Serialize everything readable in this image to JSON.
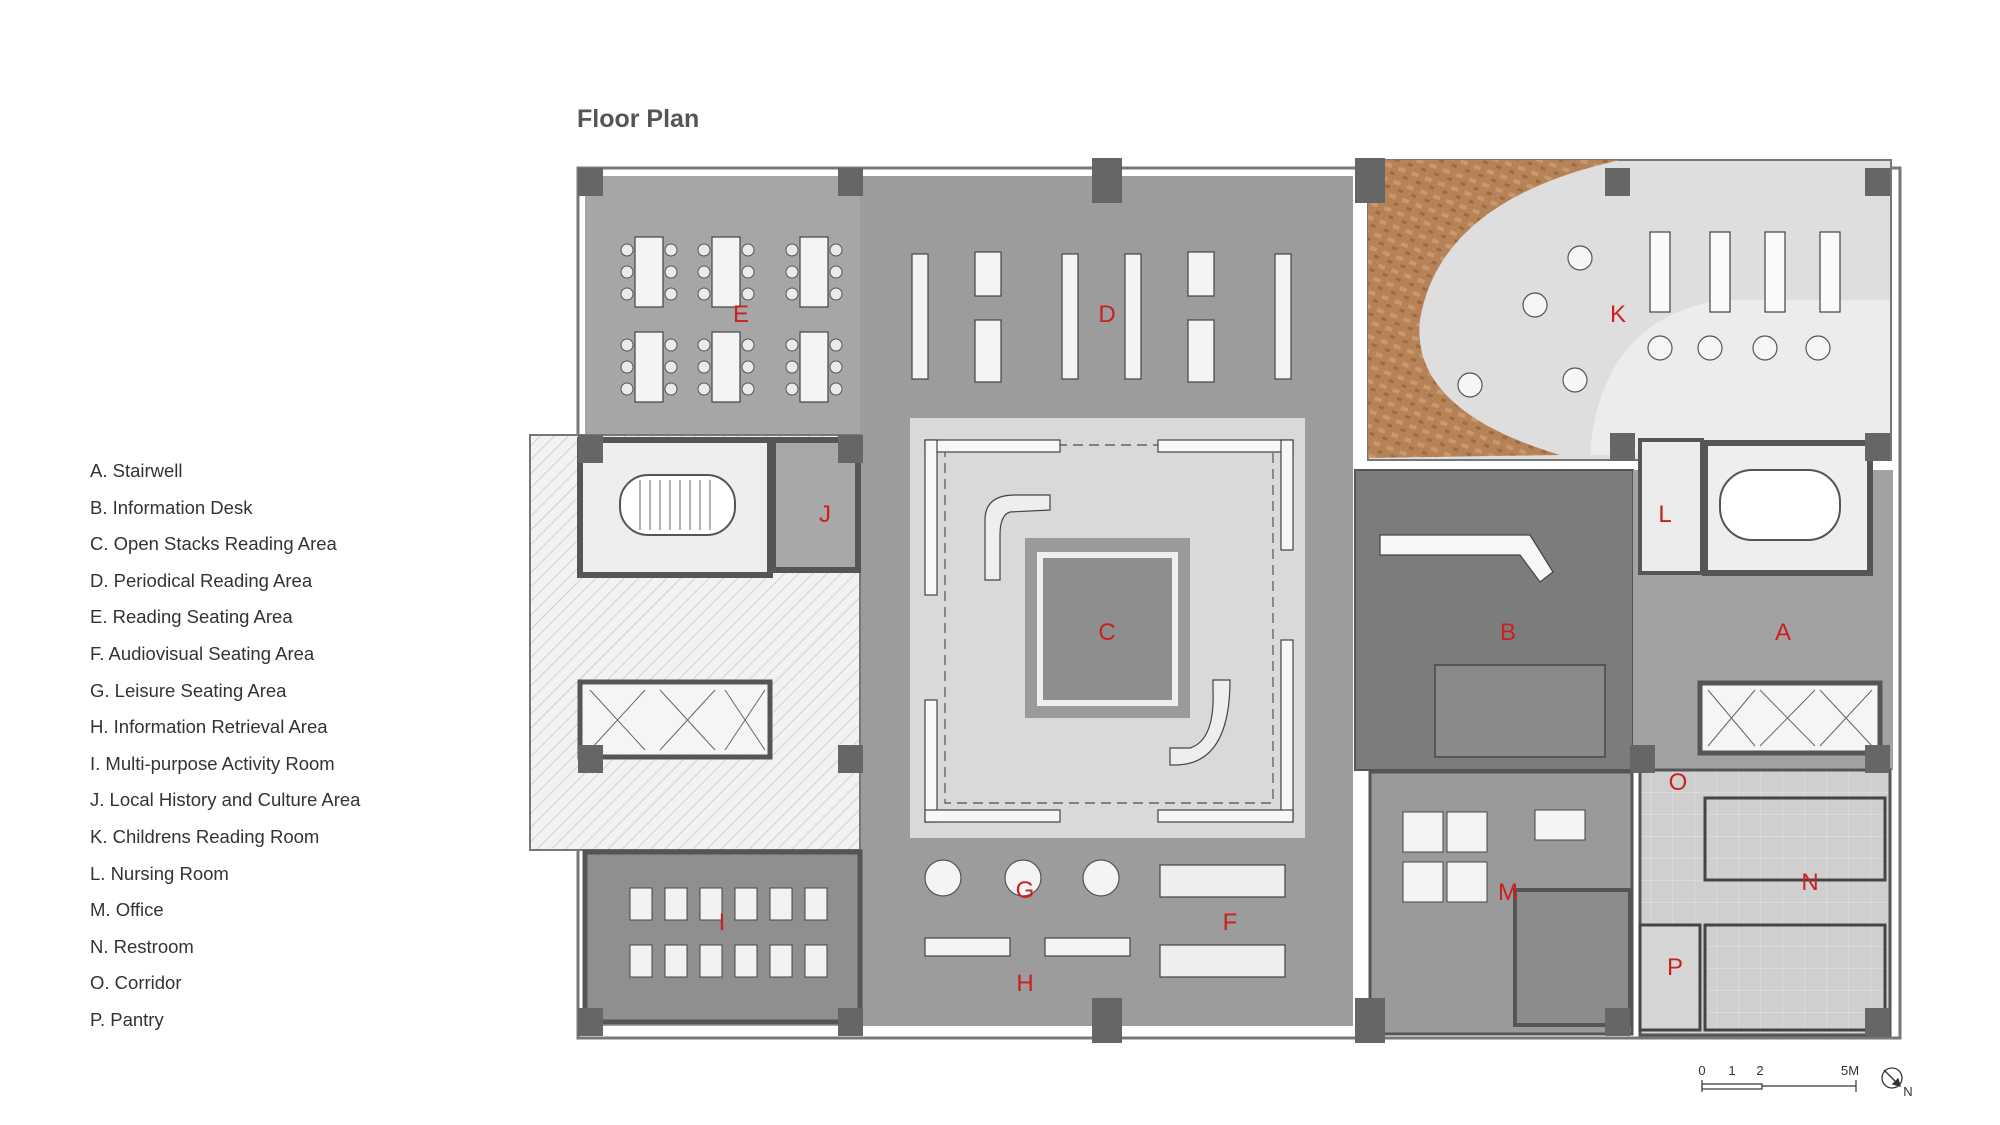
{
  "title": "Floor Plan",
  "legend": [
    "A. Stairwell",
    "B. Information Desk",
    "C. Open Stacks Reading Area",
    "D. Periodical Reading Area",
    "E. Reading Seating Area",
    "F. Audiovisual Seating Area",
    "G. Leisure Seating Area",
    "H. Information Retrieval Area",
    "I. Multi-purpose Activity Room",
    "J. Local History and Culture Area",
    "K. Childrens Reading Room",
    "L. Nursing Room",
    "M. Office",
    "N. Restroom",
    "O. Corridor",
    "P. Pantry"
  ],
  "zone_labels": {
    "A": "A",
    "B": "B",
    "C": "C",
    "D": "D",
    "E": "E",
    "F": "F",
    "G": "G",
    "H": "H",
    "I": "I",
    "J": "J",
    "K": "K",
    "L": "L",
    "M": "M",
    "N": "N",
    "O": "O",
    "P": "P"
  },
  "scale": {
    "t0": "0",
    "t1": "1",
    "t2": "2",
    "t5": "5M",
    "north": "N"
  },
  "colors": {
    "label": "#cc1f1f",
    "concrete": "#9e9e9e",
    "concrete_dark": "#7a7a7a",
    "terrazzo": "#d4d4d4",
    "wood": "#b07c4e",
    "column": "#666666"
  }
}
